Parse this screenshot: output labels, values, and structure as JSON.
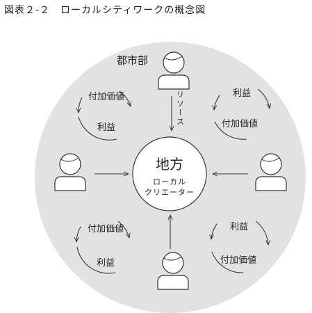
{
  "title": "図表２-２　ローカルシティワークの概念図",
  "colors": {
    "background_circle": "#e2e2e2",
    "stroke": "#333333",
    "inner_fill": "#ffffff"
  },
  "top_person_label": "都市部",
  "flow_label": "リソース",
  "center": {
    "main": "地方",
    "line1": "ローカル",
    "line2": "クリエーター"
  },
  "cycles": {
    "top_left": {
      "upper": "付加価値",
      "lower": "利益"
    },
    "top_right": {
      "upper": "利益",
      "lower": "付加価値"
    },
    "bottom_left": {
      "upper": "付加価値",
      "lower": "利益"
    },
    "bottom_right": {
      "upper": "利益",
      "lower": "付加価値"
    }
  }
}
